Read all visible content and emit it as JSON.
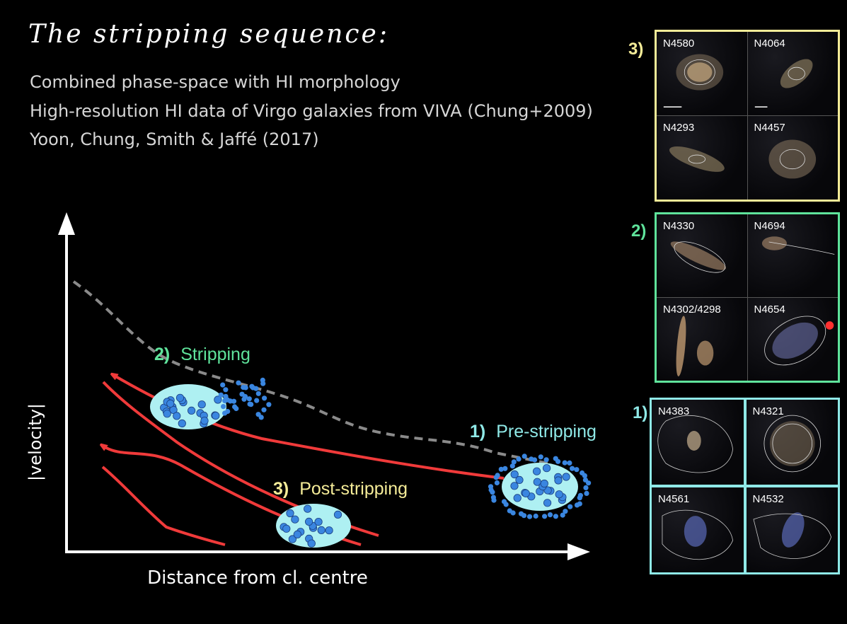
{
  "title": "The stripping sequence:",
  "subtitles": [
    "Combined phase-space with HI morphology",
    "High-resolution HI data of Virgo galaxies from VIVA (Chung+2009)",
    "Yoon, Chung, Smith & Jaffé (2017)"
  ],
  "axes": {
    "xlabel": "Distance from cl. centre",
    "ylabel": "|velocity|"
  },
  "stages": [
    {
      "num": "1)",
      "name": "Pre-stripping",
      "color": "#8fe9e7"
    },
    {
      "num": "2)",
      "name": "Stripping",
      "color": "#5fe39b"
    },
    {
      "num": "3)",
      "name": "Post-stripping",
      "color": "#f5ec98"
    }
  ],
  "colors": {
    "arrow": "#f03a3a",
    "ellipse": "#aef0f2",
    "dot": "#3a86e0",
    "dashed": "#8a8a8a"
  },
  "panels": {
    "stage3": {
      "label": "3)",
      "galaxies": [
        "N4580",
        "N4064",
        "N4293",
        "N4457"
      ]
    },
    "stage2": {
      "label": "2)",
      "galaxies": [
        "N4330",
        "N4694",
        "N4302/4298",
        "N4654"
      ]
    },
    "stage1": {
      "label": "1)",
      "galaxies": [
        "N4383",
        "N4321",
        "N4561",
        "N4532"
      ]
    }
  }
}
